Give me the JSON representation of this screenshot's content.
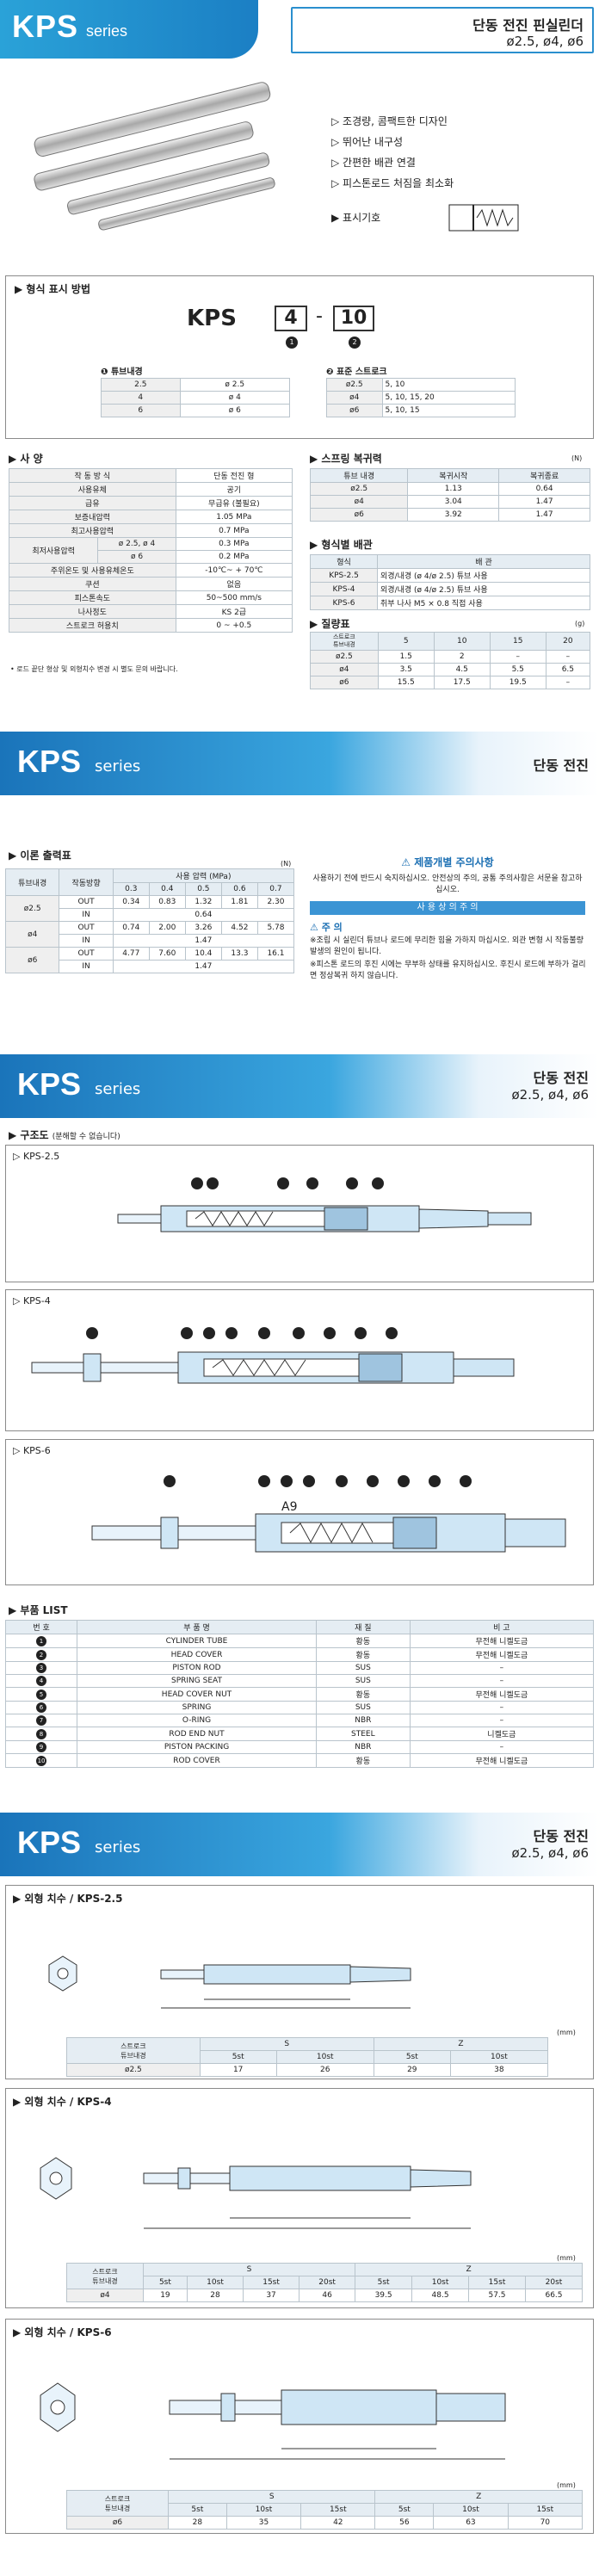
{
  "header": {
    "logo": "KPS",
    "series": "series",
    "title": "단동 전진 핀실린더",
    "sizes": "ø2.5, ø4, ø6"
  },
  "features": [
    "조경량, 콤팩트한 디자인",
    "뛰어난 내구성",
    "간편한 배관 연결",
    "피스톤로드 처짐을 최소화"
  ],
  "symbol_label": "표시기호",
  "model": {
    "heading": "형식 표시 방법",
    "code": "KPS",
    "box1": "4",
    "dash": "-",
    "box2": "10",
    "m1": "1",
    "m2": "2",
    "t1_title": "튜브내경",
    "t1": [
      [
        "2.5",
        "ø 2.5"
      ],
      [
        "4",
        "ø 4"
      ],
      [
        "6",
        "ø 6"
      ]
    ],
    "t2_title": "표준 스트로크",
    "t2": [
      [
        "ø2.5",
        "5, 10"
      ],
      [
        "ø4",
        "5, 10, 15, 20"
      ],
      [
        "ø6",
        "5, 10, 15"
      ]
    ]
  },
  "spec": {
    "heading": "사 양",
    "rows": [
      [
        "작 동 방 식",
        "",
        "단동 전진 형"
      ],
      [
        "사용유체",
        "",
        "공기"
      ],
      [
        "급유",
        "",
        "무급유 (불필요)"
      ],
      [
        "보증내압력",
        "",
        "1.05 MPa"
      ],
      [
        "최고사용압력",
        "",
        "0.7 MPa"
      ],
      [
        "최저사용압력",
        "ø 2.5, ø 4",
        "0.3 MPa"
      ],
      [
        "",
        "ø 6",
        "0.2 MPa"
      ],
      [
        "주위온도 및 사용유체온도",
        "",
        "-10℃~ + 70℃"
      ],
      [
        "쿠션",
        "",
        "없음"
      ],
      [
        "피스톤속도",
        "",
        "50~500 mm/s"
      ],
      [
        "나사정도",
        "",
        "KS 2급"
      ],
      [
        "스트로크 허용치",
        "",
        "0 ~ +0.5"
      ]
    ],
    "note": "• 로드 끝단 형상 및 외형치수 변경 시 별도 문의 바랍니다."
  },
  "spring": {
    "heading": "스프링 복귀력",
    "unit": "(N)",
    "cols": [
      "튜브 내경",
      "복귀시작",
      "복귀종료"
    ],
    "rows": [
      [
        "ø2.5",
        "1.13",
        "0.64"
      ],
      [
        "ø4",
        "3.04",
        "1.47"
      ],
      [
        "ø6",
        "3.92",
        "1.47"
      ]
    ]
  },
  "port": {
    "heading": "형식별 배관",
    "cols": [
      "형식",
      "배 관"
    ],
    "rows": [
      [
        "KPS-2.5",
        "외경/내경 (ø 4/ø 2.5) 튜브 사용"
      ],
      [
        "KPS-4",
        "외경/내경 (ø 4/ø 2.5) 튜브 사용"
      ],
      [
        "KPS-6",
        "취부 나사 M5 × 0.8 직접 사용"
      ]
    ]
  },
  "weight": {
    "heading": "질량표",
    "unit": "(g)",
    "corner_top": "스트로크",
    "corner_bot": "튜브내경",
    "cols": [
      "5",
      "10",
      "15",
      "20"
    ],
    "rows": [
      [
        "ø2.5",
        "1.5",
        "2",
        "–",
        "–"
      ],
      [
        "ø4",
        "3.5",
        "4.5",
        "5.5",
        "6.5"
      ],
      [
        "ø6",
        "15.5",
        "17.5",
        "19.5",
        "–"
      ]
    ]
  },
  "band2": {
    "logo": "KPS",
    "series": "series",
    "r1": "단동 전진"
  },
  "theory": {
    "heading": "이론 출력표",
    "unit": "(N)",
    "c1": "튜브내경",
    "c2": "작동방향",
    "c3": "사용 압력 (MPa)",
    "p": [
      "0.3",
      "0.4",
      "0.5",
      "0.6",
      "0.7"
    ],
    "rows": [
      [
        "ø2.5",
        "OUT",
        "0.34",
        "0.83",
        "1.32",
        "1.81",
        "2.30"
      ],
      [
        "",
        "IN",
        "",
        "",
        "0.64",
        "",
        ""
      ],
      [
        "ø4",
        "OUT",
        "0.74",
        "2.00",
        "3.26",
        "4.52",
        "5.78"
      ],
      [
        "",
        "IN",
        "",
        "",
        "1.47",
        "",
        ""
      ],
      [
        "ø6",
        "OUT",
        "4.77",
        "7.60",
        "10.4",
        "13.3",
        "16.1"
      ],
      [
        "",
        "IN",
        "",
        "",
        "1.47",
        "",
        ""
      ]
    ]
  },
  "caution": {
    "t1": "제품개별 주의사항",
    "b1": "사용하기 전에 반드시 숙지하십시오. 안전상의 주의, 공통 주의사항은 서문을 참고하십시오.",
    "t2": "사 용 상 의 주 의",
    "t3": "주 의",
    "b2": "※조립 시 실린더 튜브나 로드에 무리한 힘을 가하지 마십시오. 외관 변형 시 작동불량 발생의 원인이 됩니다.",
    "b3": "※피스톤 로드의 후진 시에는 무부하 상태를 유지하십시오. 후진시 로드에 부하가 걸리면 정상복귀 하지 않습니다."
  },
  "band3": {
    "logo": "KPS",
    "series": "series",
    "r1": "단동 전진",
    "r2": "ø2.5, ø4, ø6"
  },
  "struct": {
    "heading": "구조도",
    "sub": "(분해할 수 없습니다)",
    "d1": "▷ KPS-2.5",
    "d2": "▷ KPS-4",
    "d3": "▷ KPS-6",
    "a9": "A9"
  },
  "parts": {
    "heading": "부품 LIST",
    "cols": [
      "번 호",
      "부 품 명",
      "재 질",
      "비 고"
    ],
    "rows": [
      [
        "1",
        "CYLINDER TUBE",
        "황동",
        "무전해 니켈도금"
      ],
      [
        "2",
        "HEAD COVER",
        "황동",
        "무전해 니켈도금"
      ],
      [
        "3",
        "PISTON ROD",
        "SUS",
        "–"
      ],
      [
        "4",
        "SPRING SEAT",
        "SUS",
        "–"
      ],
      [
        "5",
        "HEAD COVER NUT",
        "황동",
        "무전해 니켈도금"
      ],
      [
        "6",
        "SPRING",
        "SUS",
        "–"
      ],
      [
        "7",
        "O-RING",
        "NBR",
        "–"
      ],
      [
        "8",
        "ROD END NUT",
        "STEEL",
        "니켈도금"
      ],
      [
        "9",
        "PISTON PACKING",
        "NBR",
        "–"
      ],
      [
        "10",
        "ROD COVER",
        "황동",
        "무전해 니켈도금"
      ]
    ]
  },
  "band4": {
    "logo": "KPS",
    "series": "series",
    "r1": "단동 전진",
    "r2": "ø2.5, ø4, ø6"
  },
  "dim1": {
    "heading": "외형 치수 / KPS-2.5",
    "unit": "(mm)",
    "c_stroke": "스트로크",
    "c_tube": "튜브내경",
    "S": "S",
    "Z": "Z",
    "cols": [
      "5st",
      "10st",
      "5st",
      "10st"
    ],
    "row": [
      "ø2.5",
      "17",
      "26",
      "29",
      "38"
    ]
  },
  "dim2": {
    "heading": "외형 치수 / KPS-4",
    "unit": "(mm)",
    "c_stroke": "스트로크",
    "c_tube": "튜브내경",
    "S": "S",
    "Z": "Z",
    "cols": [
      "5st",
      "10st",
      "15st",
      "20st",
      "5st",
      "10st",
      "15st",
      "20st"
    ],
    "row": [
      "ø4",
      "19",
      "28",
      "37",
      "46",
      "39.5",
      "48.5",
      "57.5",
      "66.5"
    ]
  },
  "dim3": {
    "heading": "외형 치수 / KPS-6",
    "unit": "(mm)",
    "c_stroke": "스트로크",
    "c_tube": "튜브내경",
    "S": "S",
    "Z": "Z",
    "cols": [
      "5st",
      "10st",
      "15st",
      "5st",
      "10st",
      "15st"
    ],
    "row": [
      "ø6",
      "28",
      "35",
      "42",
      "56",
      "63",
      "70"
    ]
  }
}
